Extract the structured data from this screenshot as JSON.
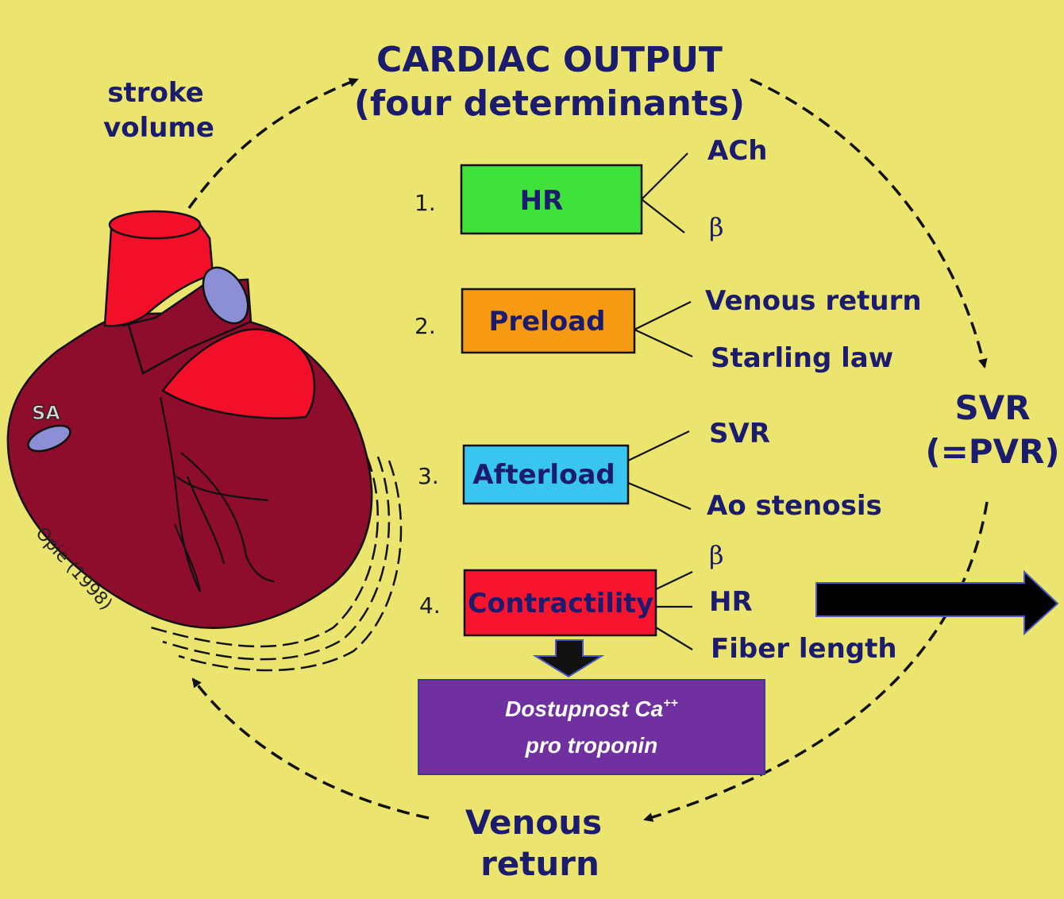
{
  "title_line1": "CARDIAC OUTPUT",
  "title_line2": "(four determinants)",
  "stroke_volume_line1": "stroke",
  "stroke_volume_line2": "volume",
  "svr_line1": "SVR",
  "svr_line2": "(=PVR)",
  "venous_return_line1": "Venous",
  "venous_return_line2": "return",
  "heart": {
    "sa_label": "SA",
    "credit": "Opie (1998)"
  },
  "determinants": [
    {
      "number": "1.",
      "label": "HR",
      "color": "#3fe23a",
      "factors": [
        "ACh",
        "β"
      ]
    },
    {
      "number": "2.",
      "label": "Preload",
      "color": "#f59a12",
      "factors": [
        "Venous return",
        "Starling law"
      ]
    },
    {
      "number": "3.",
      "label": "Afterload",
      "color": "#38c5ef",
      "factors": [
        "SVR",
        "Ao stenosis"
      ]
    },
    {
      "number": "4.",
      "label": "Contractility",
      "color": "#f7142f",
      "factors": [
        "β",
        "HR",
        "Fiber length"
      ]
    }
  ],
  "calcium_box": {
    "line1_text": "Dostupnost  Ca",
    "line1_sup": "++",
    "line2": "pro troponin",
    "color": "#7030a0"
  },
  "colors": {
    "background": "#ebe56f",
    "text_navy": "#1c1c6e",
    "heart_dark": "#8e0c2c",
    "heart_bright": "#f20f2a",
    "node_blue": "#8c8fd6"
  }
}
